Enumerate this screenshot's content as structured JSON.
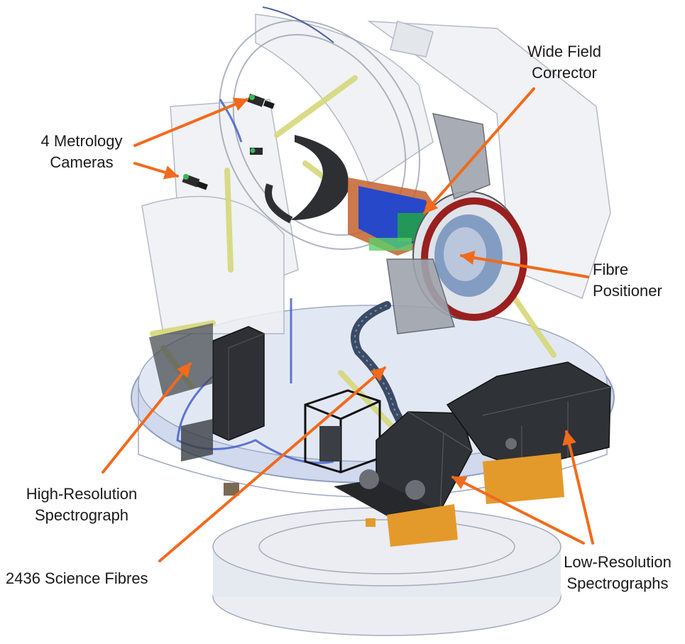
{
  "colors": {
    "background": "#ffffff",
    "arrow": "#f26a1b",
    "text": "#1a1a1a",
    "structure_outline": "#9aa3b3",
    "structure_fill": "#e9ecf2",
    "spectrograph_body": "#2f3236",
    "spectrograph_base": "#e39a2a",
    "corrector_blue": "#2748c9",
    "positioner_red": "#9a1f1f",
    "fibre_conduit": "#3a4b66",
    "truss_yellow": "#d6d87a",
    "platform_blue": "#c8d3ea"
  },
  "labels": {
    "wide_field_corrector": {
      "line1": "Wide Field",
      "line2": "Corrector"
    },
    "metrology_cameras": {
      "line1": "4 Metrology",
      "line2": "Cameras"
    },
    "fibre_positioner": {
      "line1": "Fibre",
      "line2": "Positioner"
    },
    "high_res_spectrograph": {
      "line1": "High-Resolution",
      "line2": "Spectrograph"
    },
    "science_fibres": {
      "line1": "2436 Science Fibres"
    },
    "low_res_spectrographs": {
      "line1": "Low-Resolution",
      "line2": "Spectrographs"
    }
  }
}
